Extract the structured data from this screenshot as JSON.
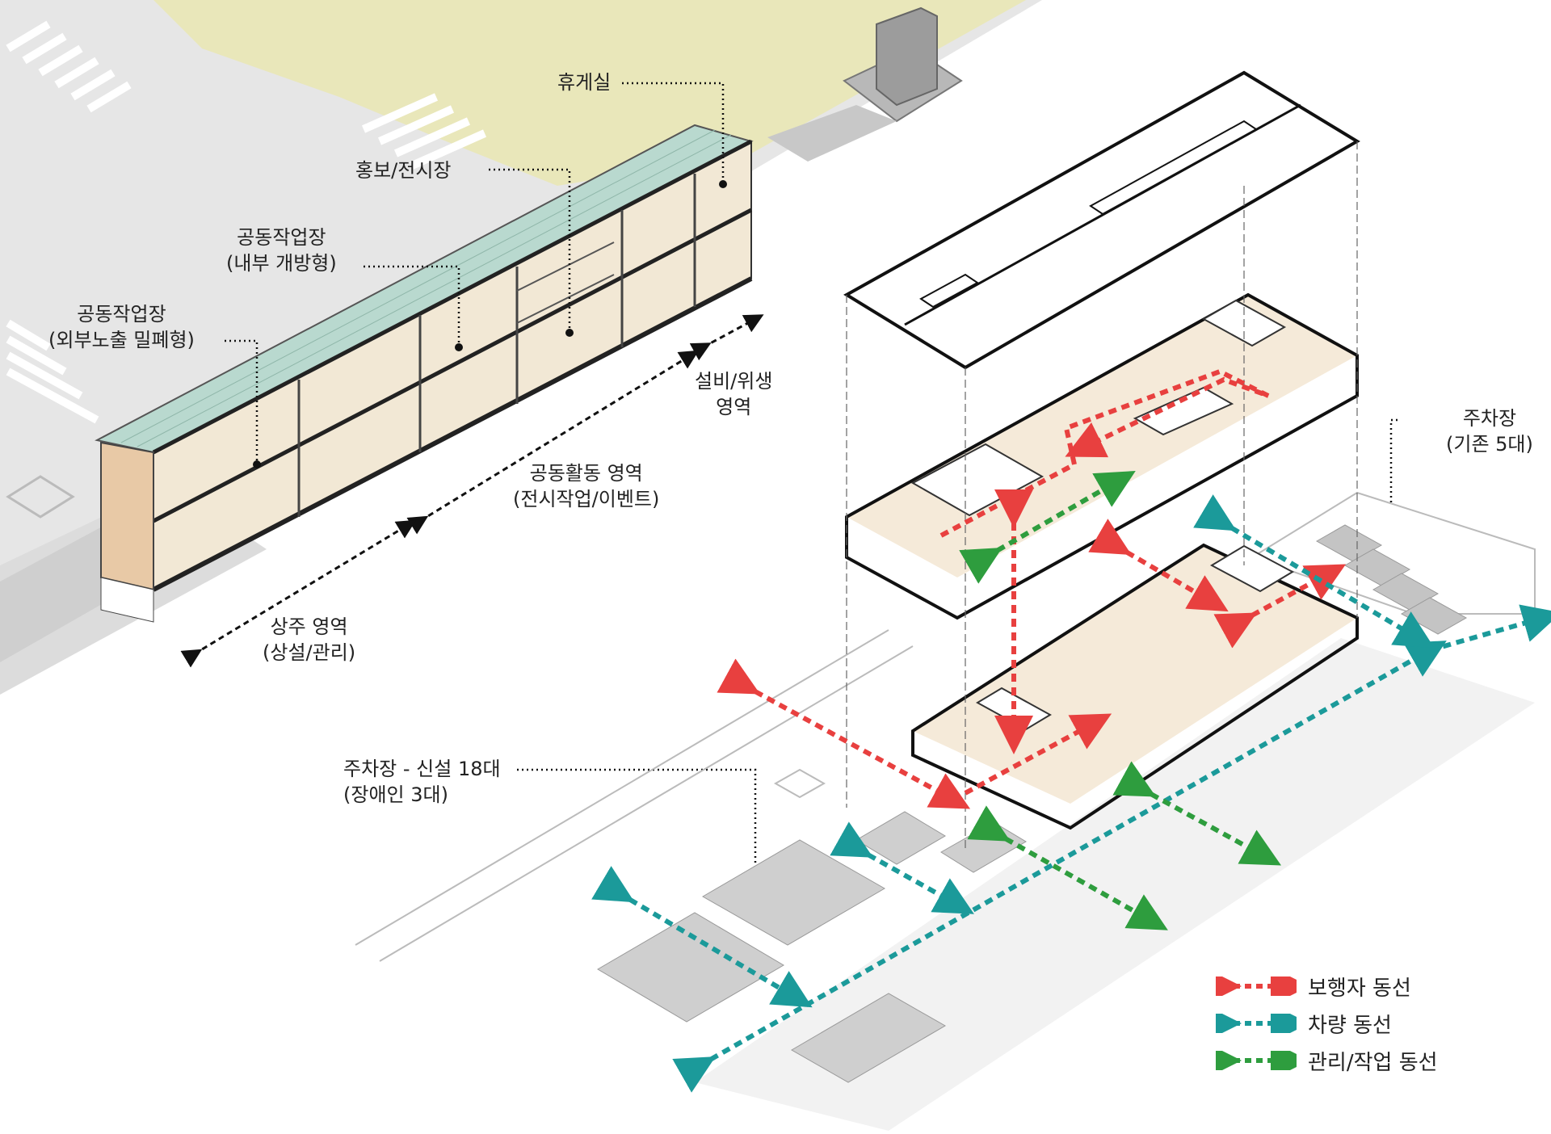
{
  "labels": {
    "rest_room": "휴게실",
    "promo_exhibit": "홍보/전시장",
    "workshop_open_1": "공동작업장",
    "workshop_open_2": "(내부 개방형)",
    "workshop_closed_1": "공동작업장",
    "workshop_closed_2": "(외부노출 밀폐형)",
    "facility_zone_1": "설비/위생",
    "facility_zone_2": "영역",
    "activity_zone_1": "공동활동 영역",
    "activity_zone_2": "(전시작업/이벤트)",
    "resident_zone_1": "상주 영역",
    "resident_zone_2": "(상설/관리)",
    "parking_existing_1": "주차장",
    "parking_existing_2": "(기존 5대)",
    "parking_new_1": "주차장 - 신설 18대",
    "parking_new_2": "(장애인 3대)"
  },
  "legend": [
    {
      "label": "보행자 동선",
      "color": "#e8403f"
    },
    {
      "label": "차량 동선",
      "color": "#1b9a9a"
    },
    {
      "label": "관리/작업 동선",
      "color": "#2e9d3e"
    }
  ],
  "colors": {
    "pedestrian": "#e8403f",
    "vehicle": "#1b9a9a",
    "management": "#2e9d3e",
    "roof_green": "#b9d9cf",
    "lawn": "#e8e6b8",
    "floor": "#f5ead9"
  }
}
